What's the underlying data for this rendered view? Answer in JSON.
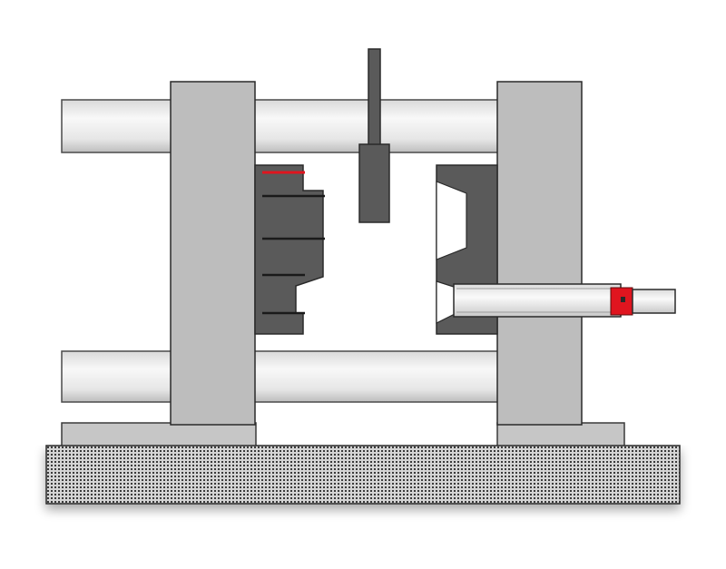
{
  "diagram": {
    "subject": "injection-molding-machine",
    "colors": {
      "background": "#ffffff",
      "tie_bar_light": "#f6f6f6",
      "tie_bar_mid": "#e2e2e2",
      "tie_bar_dark": "#b9b9b9",
      "platen": "#bdbdbd",
      "platen_stroke": "#2a2a2a",
      "mold": "#5a5a5a",
      "mold_cavity": "#ffffff",
      "ejector_pin": "#1a1a1a",
      "highlight_red": "#e0151f",
      "base_fill": "#d8d8d8",
      "base_mesh": "#3a3a3a",
      "screw_barrel": "#f2f2f2"
    },
    "icons": {
      "nozzle": "red-nozzle-ring",
      "base": "mesh-pattern-base"
    }
  }
}
